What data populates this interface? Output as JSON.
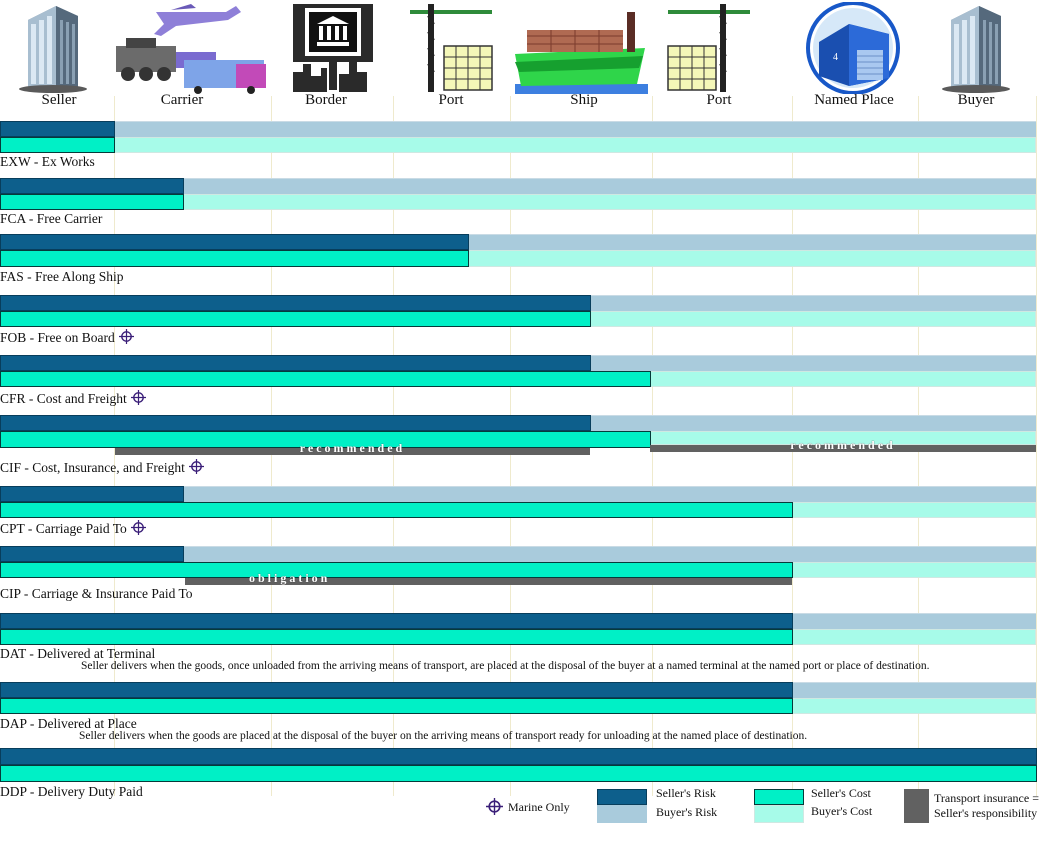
{
  "locations": [
    "Seller",
    "Carrier",
    "Border",
    "Port",
    "Ship",
    "Port",
    "Named Place",
    "Buyer"
  ],
  "ins_word": {
    "recommended": "recommended",
    "obligation": "obligation"
  },
  "terms": [
    {
      "label": "EXW - Ex Works",
      "marine": false,
      "desc": "",
      "risk_transfer": "Seller",
      "cost_transfer": "Seller",
      "insurance": []
    },
    {
      "label": "FCA - Free Carrier",
      "marine": false,
      "desc": "",
      "risk_transfer": "Carrier",
      "cost_transfer": "Carrier",
      "insurance": []
    },
    {
      "label": "FAS - Free Along Ship",
      "marine": false,
      "desc": "",
      "risk_transfer": "Port (origin)",
      "cost_transfer": "Port (origin)",
      "insurance": []
    },
    {
      "label": "FOB - Free on Board",
      "marine": true,
      "desc": "",
      "risk_transfer": "Ship",
      "cost_transfer": "Ship",
      "insurance": []
    },
    {
      "label": "CFR - Cost and Freight",
      "marine": true,
      "desc": "",
      "risk_transfer": "Ship",
      "cost_transfer": "Port (destination)",
      "insurance": []
    },
    {
      "label": "CIF - Cost, Insurance, and Freight",
      "marine": true,
      "desc": "",
      "risk_transfer": "Ship",
      "cost_transfer": "Port (destination)",
      "insurance": [
        "recommended",
        "recommended"
      ]
    },
    {
      "label": "CPT - Carriage Paid To",
      "marine": true,
      "desc": "",
      "risk_transfer": "Carrier",
      "cost_transfer": "Named Place",
      "insurance": []
    },
    {
      "label": "CIP - Carriage & Insurance Paid To",
      "marine": false,
      "desc": "",
      "risk_transfer": "Carrier",
      "cost_transfer": "Named Place",
      "insurance": [
        "obligation"
      ]
    },
    {
      "label": "DAT - Delivered at Terminal",
      "marine": false,
      "desc": "Seller delivers when the goods, once unloaded from the arriving means of transport, are placed at the disposal of the buyer at a named terminal at the named port or place of destination.",
      "risk_transfer": "Named Place",
      "cost_transfer": "Named Place",
      "insurance": []
    },
    {
      "label": "DAP - Delivered at Place",
      "marine": false,
      "desc": "Seller delivers when the goods are placed at the disposal of the buyer on the arriving means of transport ready for unloading at the named place of destination.",
      "risk_transfer": "Named Place",
      "cost_transfer": "Named Place",
      "insurance": []
    },
    {
      "label": "DDP - Delivery Duty Paid",
      "marine": false,
      "desc": "",
      "risk_transfer": "Buyer",
      "cost_transfer": "Buyer",
      "insurance": []
    }
  ],
  "legend": {
    "marine_only": "Marine Only",
    "sellers_risk": "Seller's Risk",
    "buyers_risk": "Buyer's Risk",
    "sellers_cost": "Seller's Cost",
    "buyers_cost": "Buyer's Cost",
    "transport_insurance_line1": "Transport insurance =",
    "transport_insurance_line2": "Seller's responsibility"
  },
  "colors": {
    "sellers_risk": "#0d5f8c",
    "buyers_risk": "#a9cbdc",
    "sellers_cost": "#00f0c6",
    "buyers_cost": "#a7fbe9",
    "insurance": "#616161",
    "marine_icon": "#3a1e78"
  }
}
